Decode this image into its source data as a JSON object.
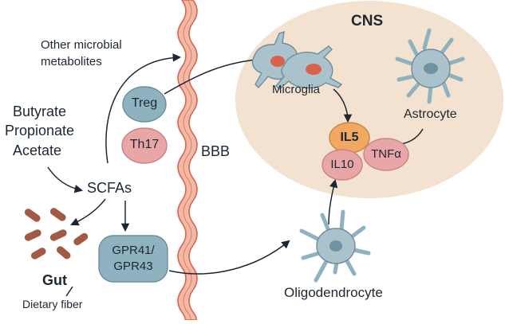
{
  "labels": {
    "cns": "CNS",
    "other_metabolites_line1": "Other microbial",
    "other_metabolites_line2": "metabolites",
    "butyrate": "Butyrate",
    "propionate": "Propionate",
    "acetate": "Acetate",
    "scfas": "SCFAs",
    "treg": "Treg",
    "th17": "Th17",
    "bbb": "BBB",
    "microglia": "Microglia",
    "astrocyte": "Astrocyte",
    "il5": "IL5",
    "il10": "IL10",
    "tnfa": "TNFα",
    "gpr_line1": "GPR41/",
    "gpr_line2": "GPR43",
    "gut": "Gut",
    "dietary_fiber": "Dietary fiber",
    "oligodendrocyte": "Oligodendrocyte"
  },
  "colors": {
    "cns_region": "#f3e2cf",
    "barrier_fill": "#f2b9a6",
    "barrier_line": "#d9664f",
    "treg_fill": "#8fb2c1",
    "th17_fill": "#e8a6a6",
    "il5_fill": "#f0a862",
    "il10_fill": "#e8a6a6",
    "tnfa_fill": "#e8a6a6",
    "receptor_fill": "#8fb2c1",
    "cell_body": "#a9c2cc",
    "cell_nucleus_red": "#d9624a",
    "cell_nucleus_blue": "#6f93a3",
    "bacteria_fill": "#a35a45",
    "arrow": "#1d2733"
  }
}
